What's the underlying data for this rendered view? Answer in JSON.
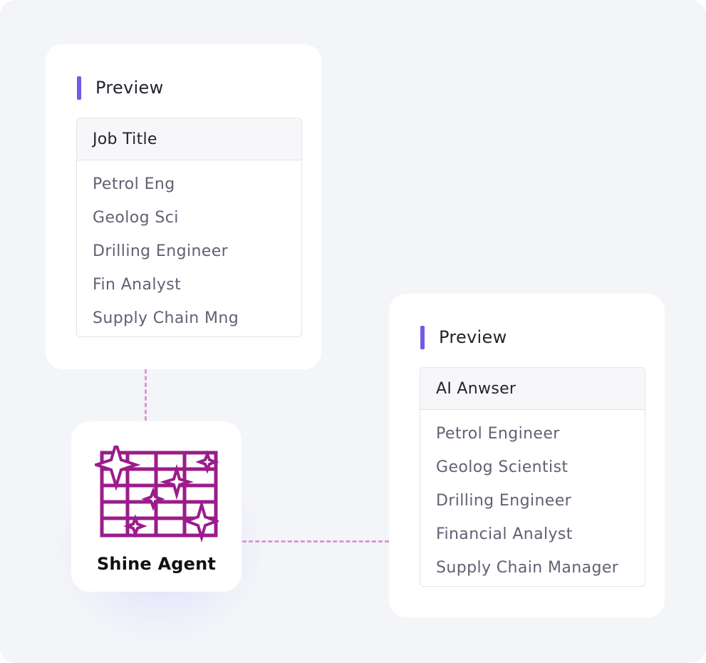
{
  "colors": {
    "accent": "#6c5ce7",
    "agent_icon": "#9b1c8a",
    "connector": "#d79ad0"
  },
  "input_preview": {
    "title": "Preview",
    "column_header": "Job Title",
    "rows": [
      "Petrol Eng",
      "Geolog Sci",
      "Drilling Engineer",
      "Fin Analyst",
      "Supply Chain Mng"
    ]
  },
  "agent": {
    "label": "Shine Agent",
    "icon": "sparkle-grid-icon"
  },
  "output_preview": {
    "title": "Preview",
    "column_header": "AI Anwser",
    "rows": [
      "Petrol Engineer",
      "Geolog Scientist",
      "Drilling Engineer",
      "Financial Analyst",
      "Supply Chain Manager"
    ]
  }
}
